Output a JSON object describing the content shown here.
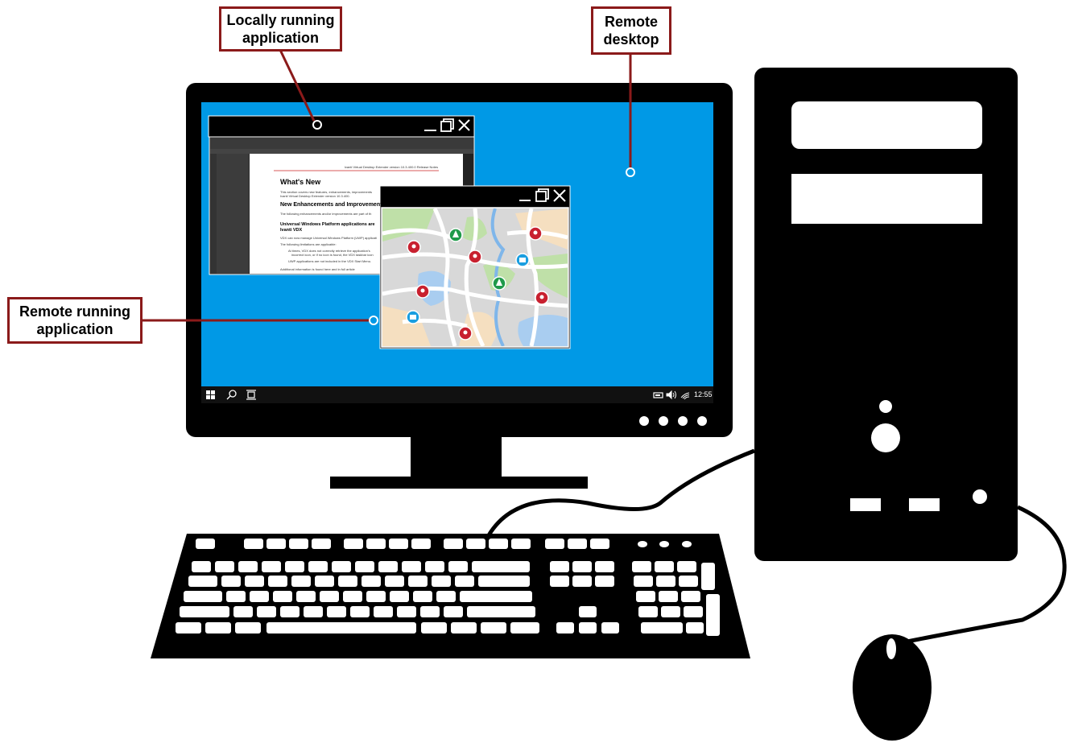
{
  "callouts": {
    "local_app": {
      "line1": "Locally running",
      "line2": "application"
    },
    "remote_desktop": {
      "line1": "Remote",
      "line2": "desktop"
    },
    "remote_app": {
      "line1": "Remote running",
      "line2": "application"
    }
  },
  "colors": {
    "accent": "#8b1a1a",
    "desktop_blue": "#0099e6",
    "hardware": "#000000"
  },
  "taskbar": {
    "clock": "12:55",
    "icons": [
      "windows-start-icon",
      "search-icon",
      "task-view-icon",
      "battery-icon",
      "volume-icon",
      "wifi-icon"
    ]
  },
  "local_window": {
    "doc_header": "Ivanti Virtual Desktop Extender version 10.3.400.0 Release Notes",
    "heading": "What's New",
    "para1": "This section covers new features, enhancements, improvements",
    "para1b": "Ivanti Virtual Desktop Extender version 10.3.400.",
    "subheading": "New Enhancements and Improvement",
    "para2": "The following enhancements and/or improvements are part of th",
    "subheading2a": "Universal Windows Platform applications are",
    "subheading2b": "Ivanti VDX",
    "para3": "VDX can now manage Universal Windows Platform (UWP) applicati",
    "para4": "The following limitations are applicable:",
    "bullet1": "At times, VDX does not correctly retrieve the application's",
    "bullet1b": "incorrect icon, or if no icon is found, the VDX taskbar icon",
    "bullet2": "UWP applications are not included in the VDX Start Menu.",
    "para5": "Additional information is found here and in full article"
  },
  "window_icons": [
    "minimize-icon",
    "maximize-icon",
    "close-icon"
  ]
}
